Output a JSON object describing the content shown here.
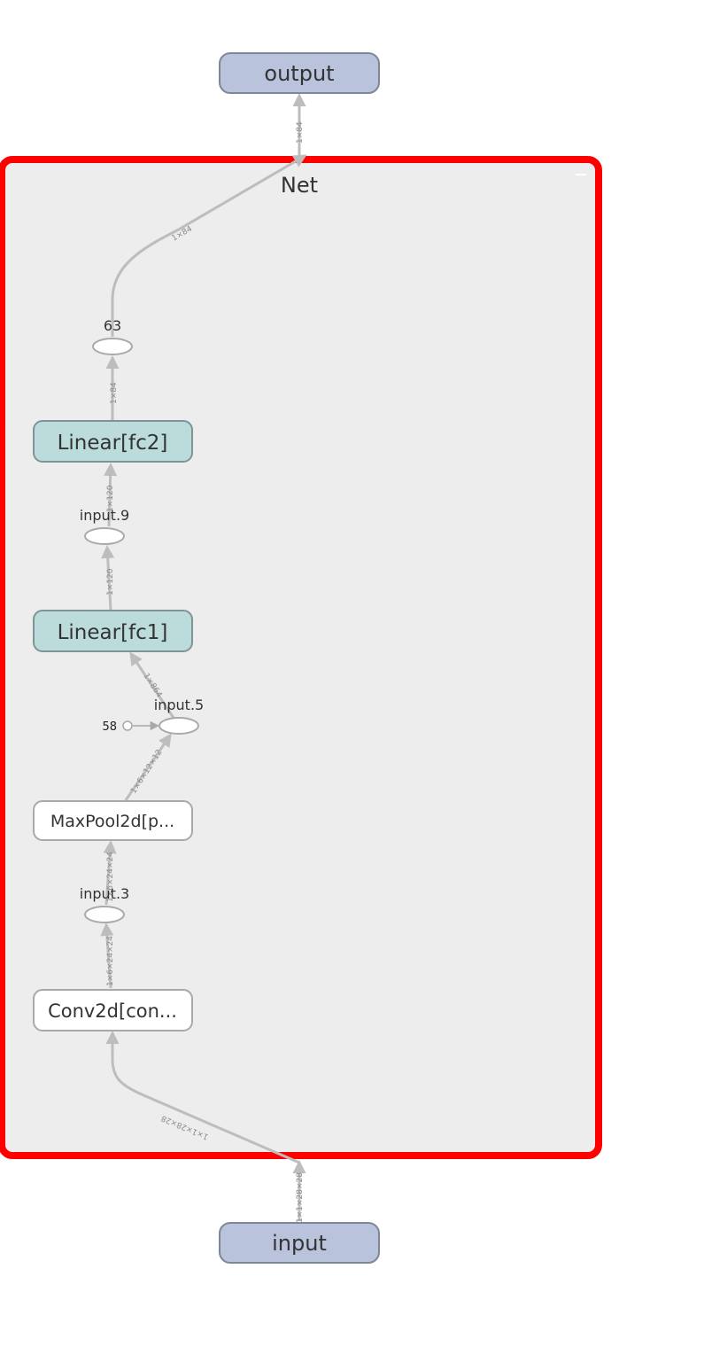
{
  "nodes": {
    "output": {
      "label": "output"
    },
    "input": {
      "label": "input"
    },
    "net": {
      "label": "Net"
    },
    "fc2": {
      "label": "Linear[fc2]"
    },
    "fc1": {
      "label": "Linear[fc1]"
    },
    "maxpool": {
      "label": "MaxPool2d[p..."
    },
    "conv": {
      "label": "Conv2d[con..."
    }
  },
  "ops": {
    "op63": {
      "label": "63"
    },
    "input9": {
      "label": "input.9"
    },
    "input5": {
      "label": "input.5"
    },
    "input3": {
      "label": "input.3"
    },
    "const58": {
      "label": "58"
    }
  },
  "edges": {
    "net_to_output": "1×84",
    "op63_to_net": "1×84",
    "fc2_to_op63": "1×84",
    "input9_to_fc2": "1×120",
    "fc1_to_input9": "1×120",
    "input5_to_fc1": "1×864",
    "maxpool_to_input5": "1×6×12×12",
    "input3_to_maxpool": "1×6×24×24",
    "conv_to_input3": "1×6×24×24",
    "net_to_conv": "1×1×28×28",
    "input_to_net": "1×1×28×28"
  },
  "colors": {
    "io_node": "#b9c3dc",
    "linear_node": "#bcdcdc",
    "group_fill": "#ededed",
    "highlight": "#ff0000",
    "edge": "#bdbdbd"
  }
}
